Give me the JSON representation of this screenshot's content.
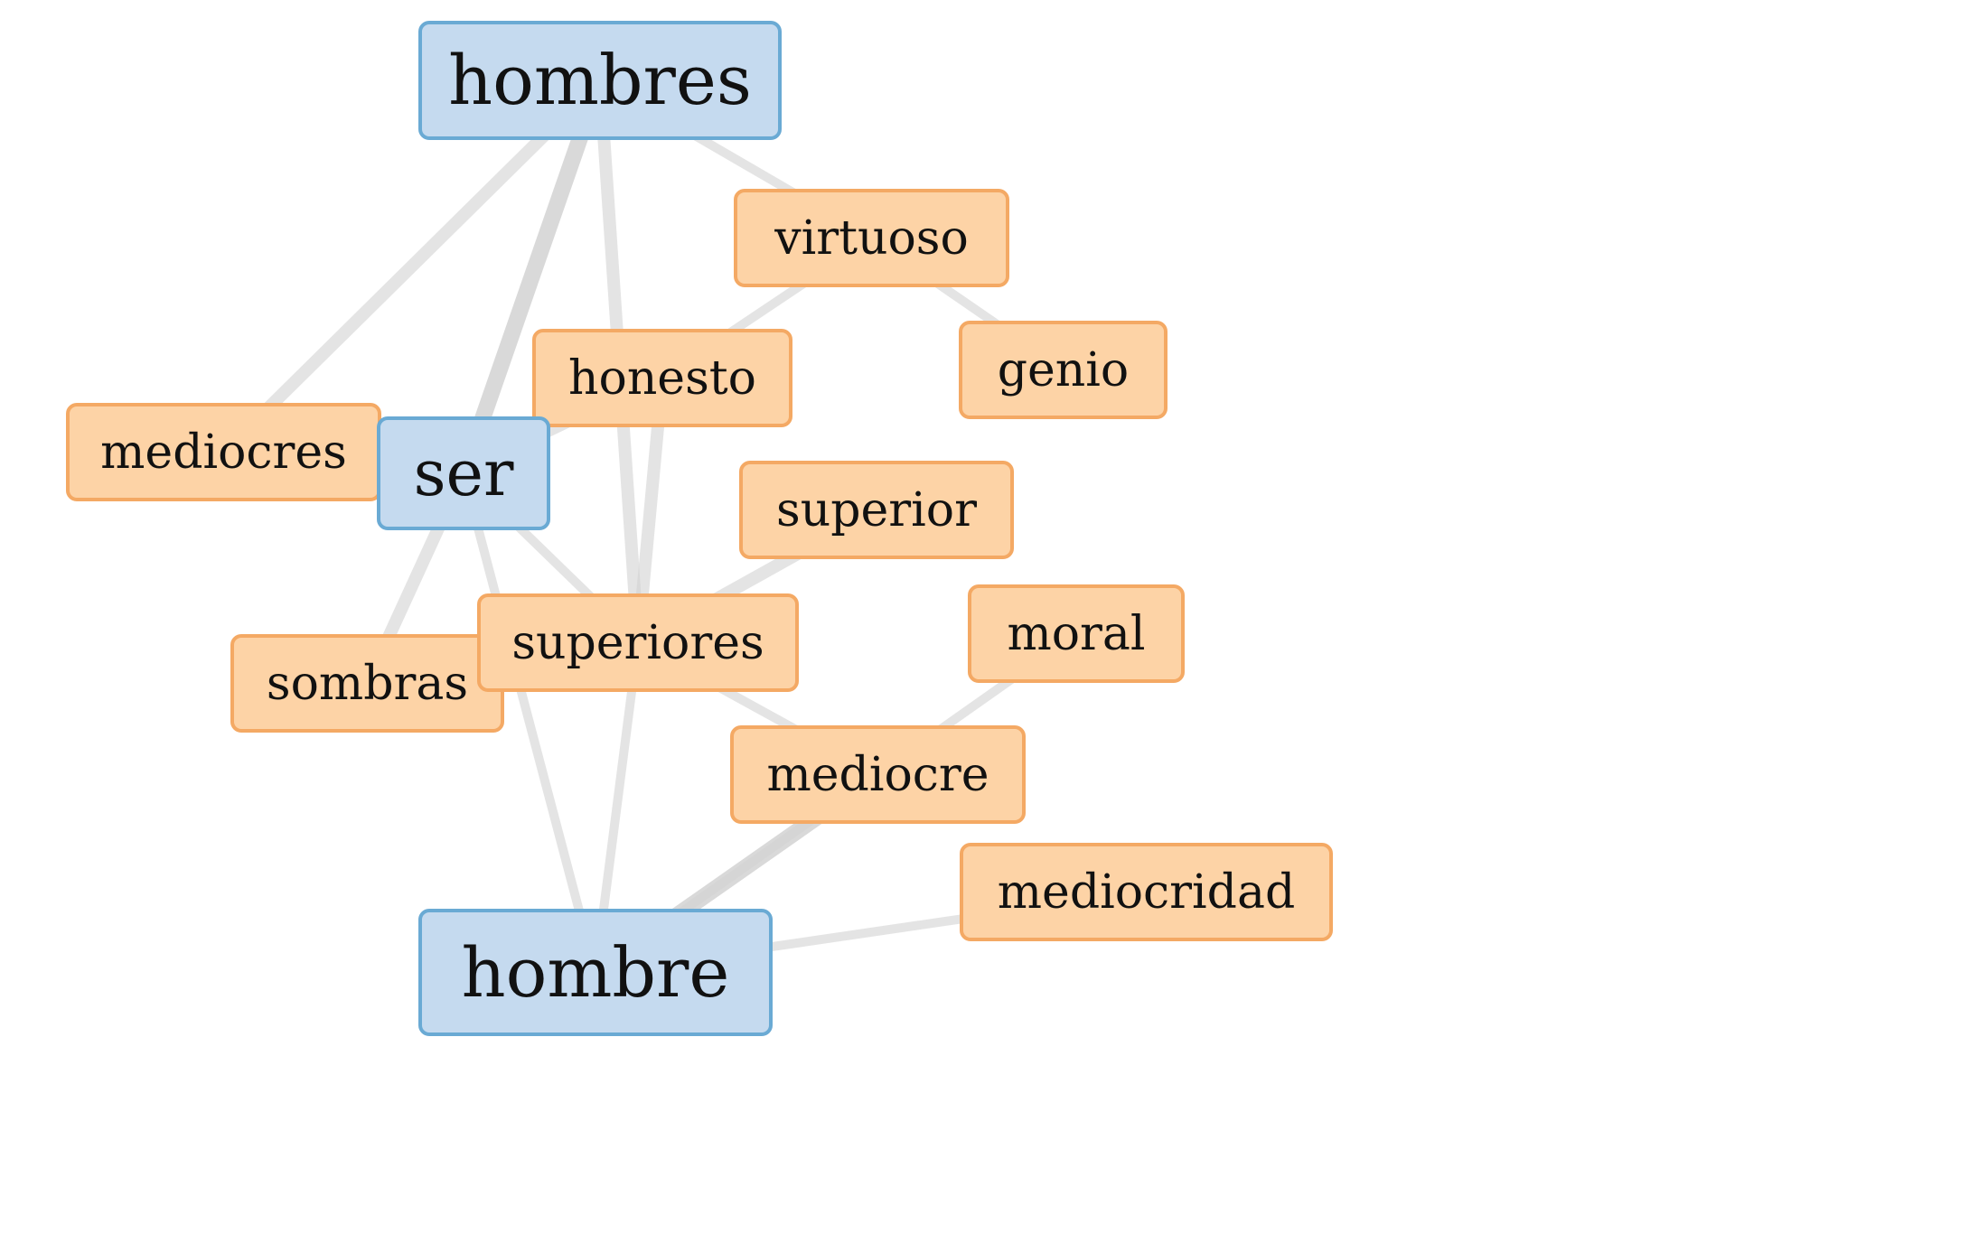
{
  "graph": {
    "nodes": {
      "hombres": {
        "label": "hombres"
      },
      "virtuoso": {
        "label": "virtuoso"
      },
      "genio": {
        "label": "genio"
      },
      "honesto": {
        "label": "honesto"
      },
      "mediocres": {
        "label": "mediocres"
      },
      "ser": {
        "label": "ser"
      },
      "superior": {
        "label": "superior"
      },
      "moral": {
        "label": "moral"
      },
      "sombras": {
        "label": "sombras"
      },
      "superiores": {
        "label": "superiores"
      },
      "mediocre": {
        "label": "mediocre"
      },
      "mediocridad": {
        "label": "mediocridad"
      },
      "hombre": {
        "label": "hombre"
      }
    },
    "edges": [
      {
        "source": "hombres",
        "target": "virtuoso",
        "weight": 1
      },
      {
        "source": "hombres",
        "target": "mediocres",
        "weight": 2
      },
      {
        "source": "hombres",
        "target": "ser",
        "weight": 3
      },
      {
        "source": "hombres",
        "target": "superiores",
        "weight": 2
      },
      {
        "source": "virtuoso",
        "target": "honesto",
        "weight": 1
      },
      {
        "source": "virtuoso",
        "target": "genio",
        "weight": 1
      },
      {
        "source": "honesto",
        "target": "ser",
        "weight": 1
      },
      {
        "source": "honesto",
        "target": "superiores",
        "weight": 2
      },
      {
        "source": "ser",
        "target": "superiores",
        "weight": 1
      },
      {
        "source": "ser",
        "target": "sombras",
        "weight": 2
      },
      {
        "source": "ser",
        "target": "hombre",
        "weight": 1
      },
      {
        "source": "superior",
        "target": "superiores",
        "weight": 2
      },
      {
        "source": "superiores",
        "target": "hombre",
        "weight": 1
      },
      {
        "source": "superiores",
        "target": "mediocre",
        "weight": 1
      },
      {
        "source": "moral",
        "target": "hombre",
        "weight": 1
      },
      {
        "source": "mediocre",
        "target": "hombre",
        "weight": 3
      },
      {
        "source": "mediocridad",
        "target": "hombre",
        "weight": 1
      }
    ],
    "colors": {
      "primary_fill": "#c5daef",
      "primary_border": "#6aaad4",
      "secondary_fill": "#fdd3a6",
      "secondary_border": "#f4a964",
      "edge": "#d2d2d2",
      "text": "#111111"
    }
  }
}
